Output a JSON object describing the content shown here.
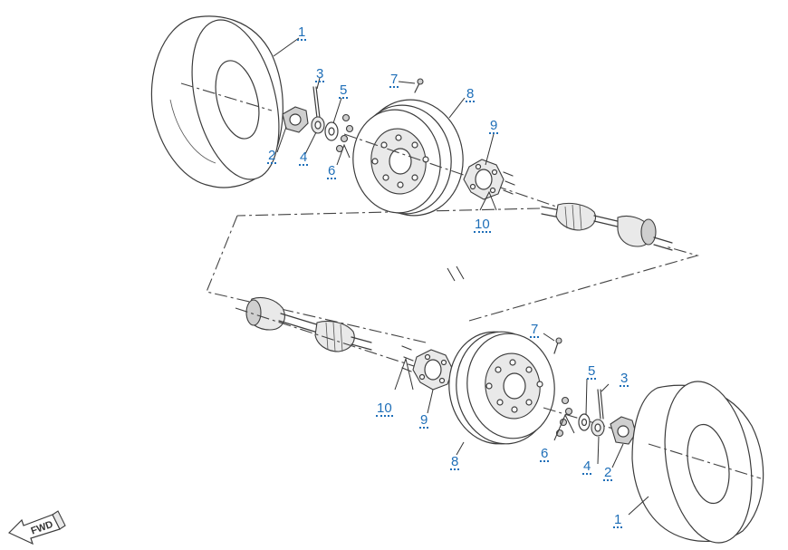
{
  "diagram": {
    "accent_color": "#1f6fb8",
    "line_color": "#3c3c3c",
    "forward_arrow_icon": "fwd-arrow-icon",
    "forward_arrow_text": "FWD",
    "callouts": [
      "1",
      "2",
      "3",
      "4",
      "5",
      "6",
      "7",
      "8",
      "9",
      "10"
    ]
  }
}
